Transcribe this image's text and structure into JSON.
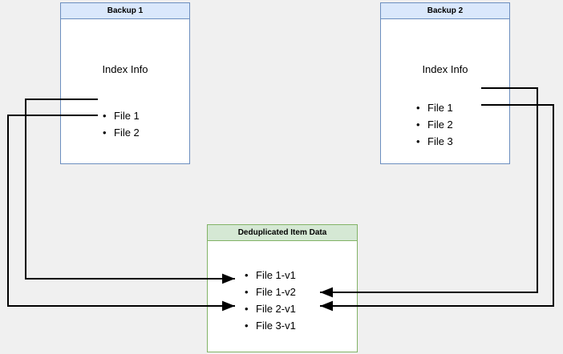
{
  "diagram": {
    "background_color": "#f0f0f0",
    "nodes": [
      {
        "id": "backup1",
        "title": "Backup 1",
        "subtitle": "Index Info",
        "items": [
          "File 1",
          "File 2"
        ],
        "border_color": "#6c8ebf",
        "header_color": "#dae8fc"
      },
      {
        "id": "backup2",
        "title": "Backup 2",
        "subtitle": "Index Info",
        "items": [
          "File 1",
          "File 2",
          "File 3"
        ],
        "border_color": "#6c8ebf",
        "header_color": "#dae8fc"
      },
      {
        "id": "dedup",
        "title": "Deduplicated Item Data",
        "subtitle": "",
        "items": [
          "File 1-v1",
          "File 1-v2",
          "File 2-v1",
          "File 3-v1"
        ],
        "border_color": "#82b366",
        "header_color": "#d5e8d4"
      }
    ],
    "edges": [
      {
        "from": "backup1.File 1",
        "to": "dedup.File 1-v1"
      },
      {
        "from": "backup1.File 2",
        "to": "dedup.File 2-v1"
      },
      {
        "from": "backup2.File 1",
        "to": "dedup.File 1-v2"
      },
      {
        "from": "backup2.File 2",
        "to": "dedup.File 2-v1"
      }
    ],
    "edge_color": "#000000"
  }
}
